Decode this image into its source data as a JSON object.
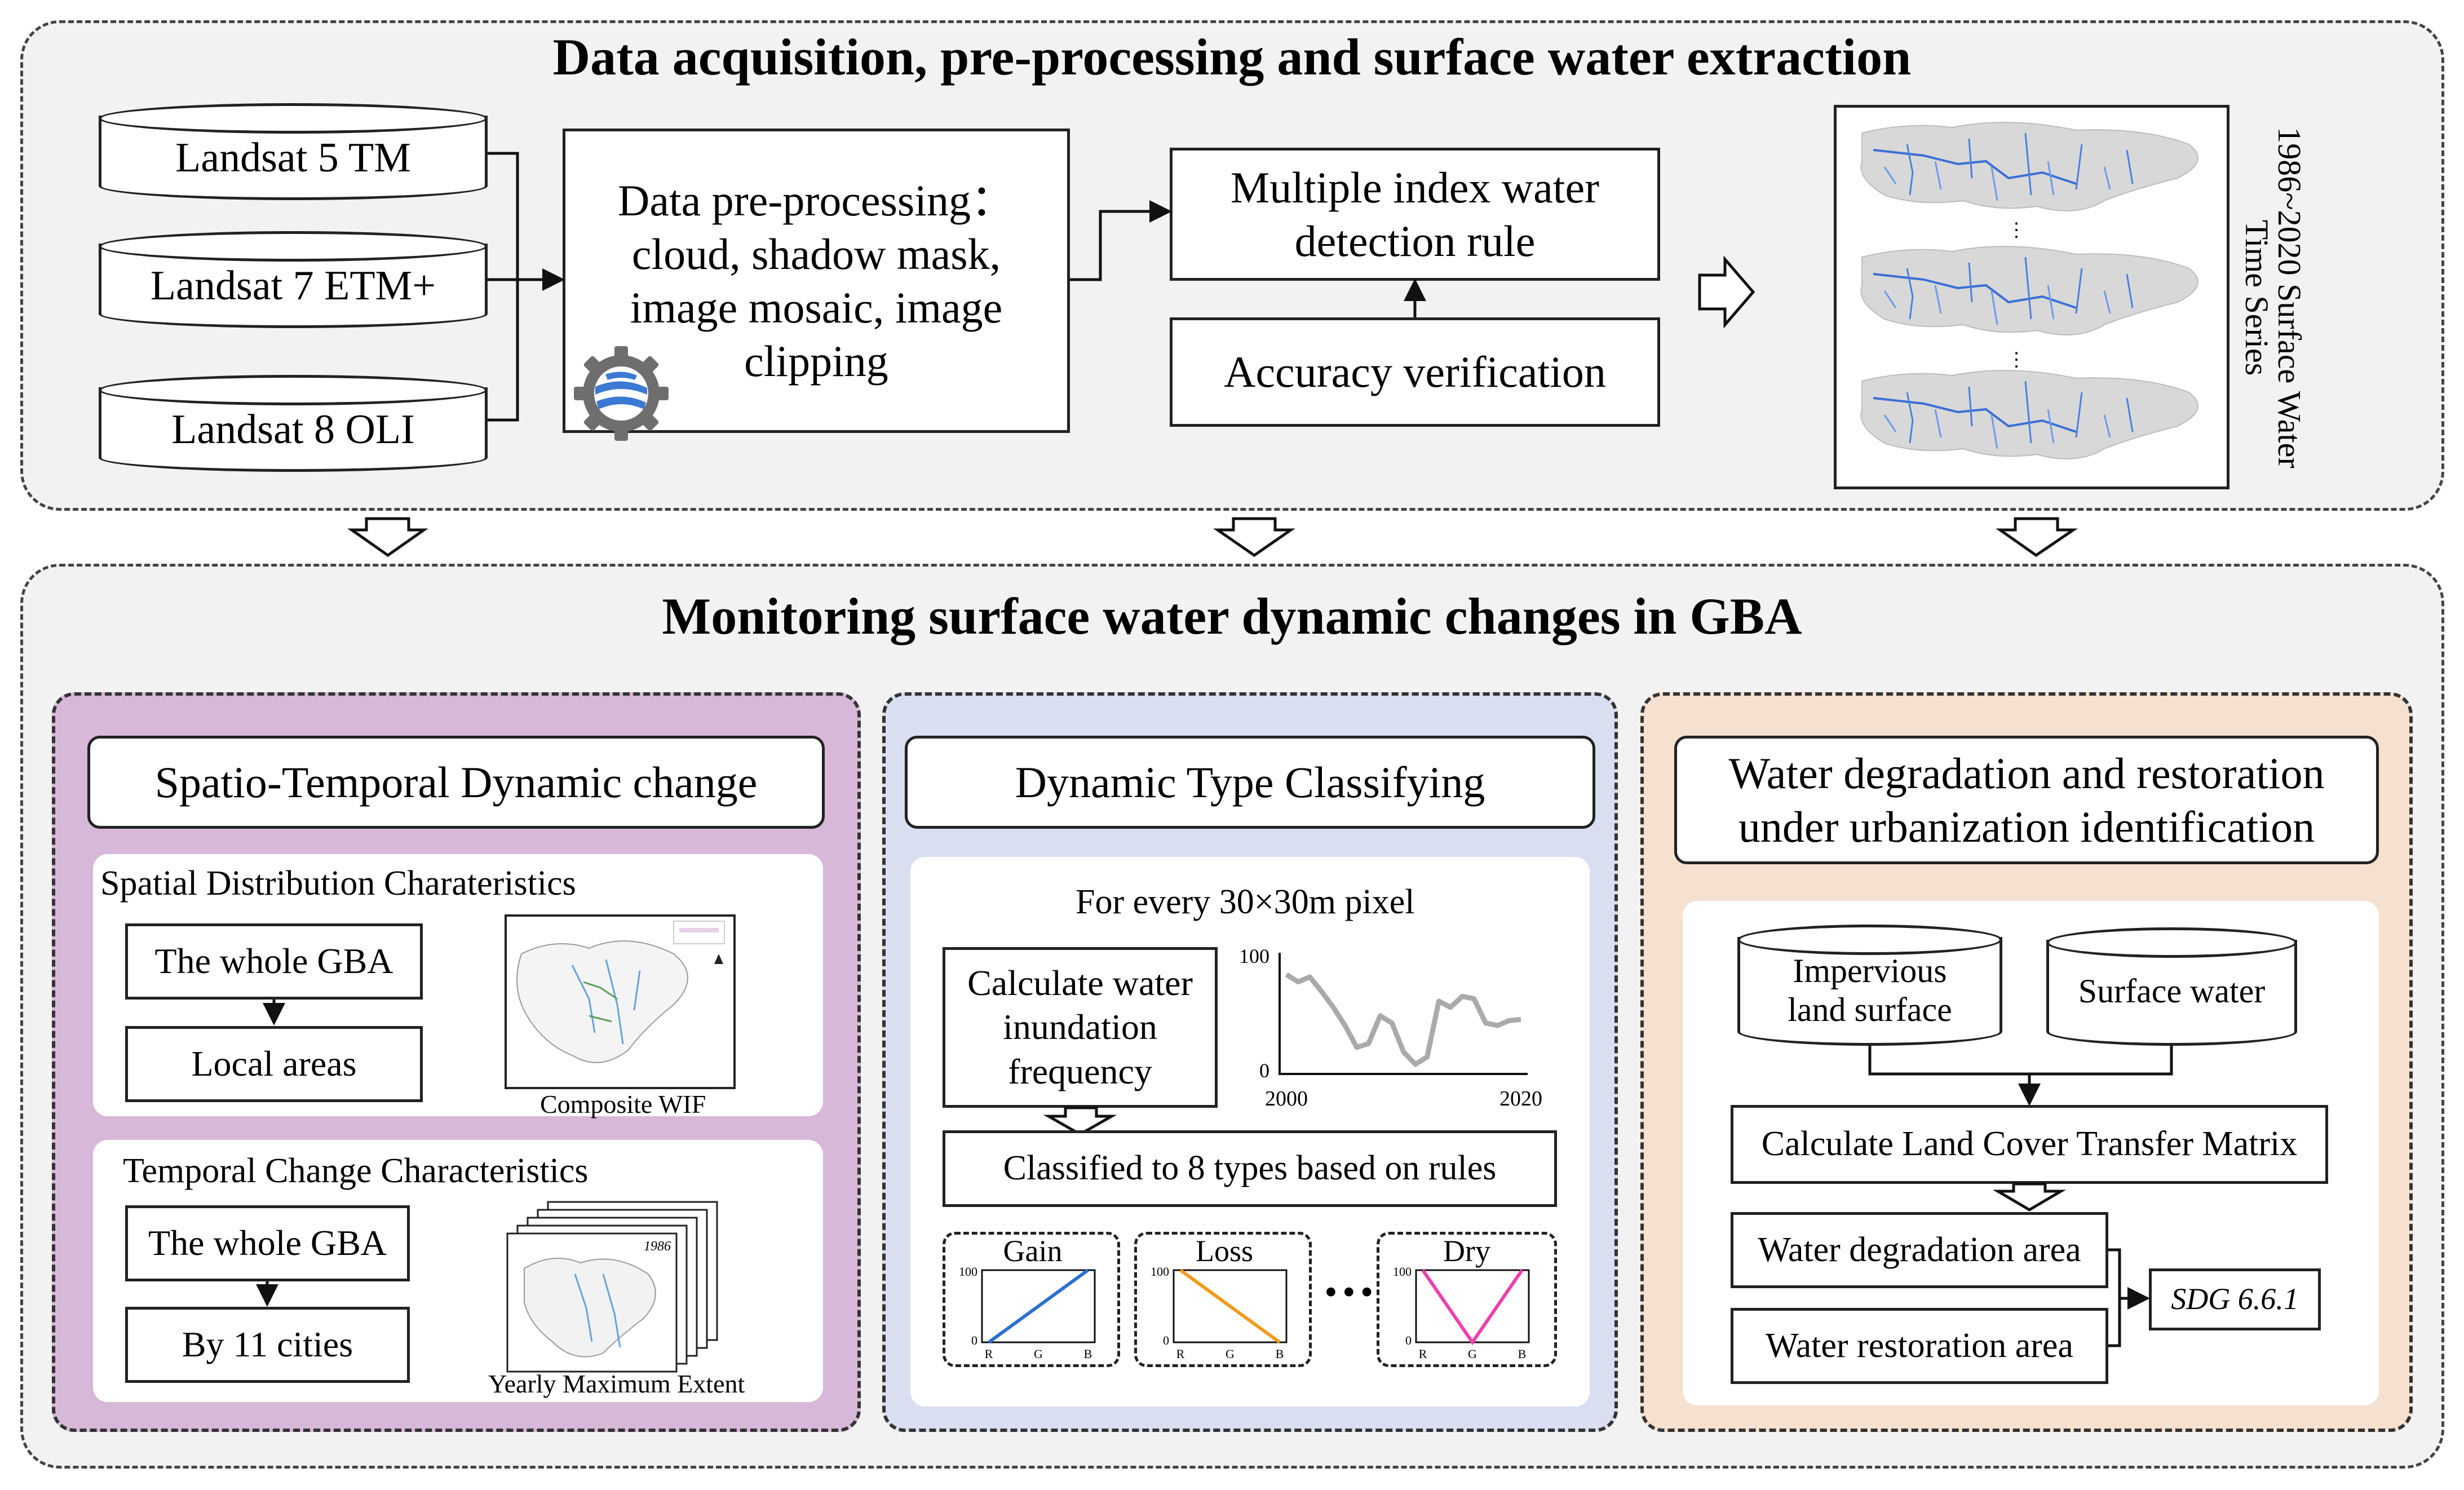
{
  "top": {
    "title": "Data acquisition, pre-processing and surface water extraction",
    "sources": [
      "Landsat 5 TM",
      "Landsat 7 ETM+",
      "Landsat 8 OLI"
    ],
    "preprocess": {
      "line1": "Data pre-processing：",
      "line2": "cloud, shadow mask,",
      "line3": "image mosaic, image",
      "line4": "clipping"
    },
    "detection": {
      "line1": "Multiple index water",
      "line2": "detection rule"
    },
    "accuracy": "Accuracy verification",
    "series_label": {
      "line1": "1986~2020 Surface Water",
      "line2": "Time Series"
    },
    "ellipsis": "⋮"
  },
  "bottom": {
    "title": "Monitoring  surface water dynamic changes in GBA",
    "left": {
      "header": "Spatio-Temporal Dynamic change",
      "spatial": {
        "heading": "Spatial Distribution Charateristics",
        "box1": "The whole GBA",
        "box2": "Local areas",
        "caption": "Composite WIF"
      },
      "temporal": {
        "heading": "Temporal Change Characteristics",
        "box1": "The whole GBA",
        "box2": "By 11 cities",
        "caption": "Yearly Maximum Extent",
        "stack_label": "1986"
      }
    },
    "middle": {
      "header": "Dynamic Type Classifying",
      "intro": "For every 30×30m pixel",
      "calc": {
        "line1": "Calculate water",
        "line2": "inundation",
        "line3": "frequency"
      },
      "classified": "Classified to 8 types based on rules",
      "ellipsis": "•••"
    },
    "right": {
      "header": {
        "line1": "Water degradation and restoration",
        "line2": "under urbanization identification"
      },
      "impervious": {
        "line1": "Impervious",
        "line2": "land surface"
      },
      "surface": "Surface water",
      "matrix": "Calculate Land Cover Transfer Matrix",
      "degradation": "Water degradation area",
      "restoration": "Water restoration area",
      "sdg": "SDG 6.6.1"
    }
  },
  "chart_data": [
    {
      "type": "line",
      "x": [
        2000,
        2001,
        2002,
        2003,
        2004,
        2005,
        2006,
        2007,
        2008,
        2009,
        2010,
        2011,
        2012,
        2013,
        2014,
        2015,
        2016,
        2017,
        2018,
        2019,
        2020
      ],
      "series": [
        {
          "values": [
            82,
            76,
            80,
            68,
            55,
            40,
            22,
            25,
            48,
            42,
            18,
            8,
            14,
            60,
            55,
            64,
            62,
            42,
            40,
            44,
            45
          ]
        }
      ],
      "xticks": [
        "2000",
        "2020"
      ],
      "yticks": [
        "0",
        "100"
      ],
      "ylim": [
        0,
        100
      ],
      "color": "#aaaaaa"
    },
    {
      "type": "line",
      "title": "Gain",
      "categories": [
        "R",
        "G",
        "B"
      ],
      "values": [
        0,
        50,
        100
      ],
      "ylim": [
        0,
        100
      ],
      "yticks": [
        "0",
        "100"
      ],
      "color": "#2d6fd0"
    },
    {
      "type": "line",
      "title": "Loss",
      "categories": [
        "R",
        "G",
        "B"
      ],
      "values": [
        100,
        50,
        0
      ],
      "ylim": [
        0,
        100
      ],
      "yticks": [
        "0",
        "100"
      ],
      "color": "#f29a1c"
    },
    {
      "type": "line",
      "title": "Dry",
      "categories": [
        "R",
        "G",
        "B"
      ],
      "values": [
        100,
        0,
        100
      ],
      "ylim": [
        0,
        100
      ],
      "yticks": [
        "0",
        "100"
      ],
      "color": "#ee3fae"
    }
  ]
}
